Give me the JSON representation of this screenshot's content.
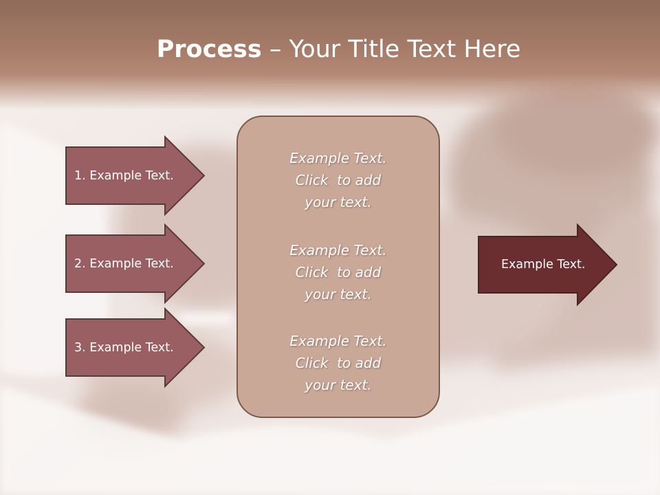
{
  "slide": {
    "title_bold": "Process",
    "title_rest": " – Your Title Text Here",
    "left_arrows": [
      {
        "label": "1. Example Text."
      },
      {
        "label": "2. Example Text."
      },
      {
        "label": "3. Example Text."
      }
    ],
    "center_box": {
      "blocks": [
        {
          "lines": [
            "Example Text.",
            "Click  to add",
            "your text."
          ]
        },
        {
          "lines": [
            "Example Text.",
            "Click  to add",
            "your text."
          ]
        },
        {
          "lines": [
            "Example Text.",
            "Click  to add",
            "your text."
          ]
        }
      ]
    },
    "right_arrow": {
      "label": "Example Text."
    }
  },
  "colors": {
    "header": "#a67c69",
    "left_arrow_fill": "#9a5f63",
    "right_arrow_fill": "#6b2e30",
    "center_box_fill": "#caa898",
    "outline": "#5a3a38"
  }
}
